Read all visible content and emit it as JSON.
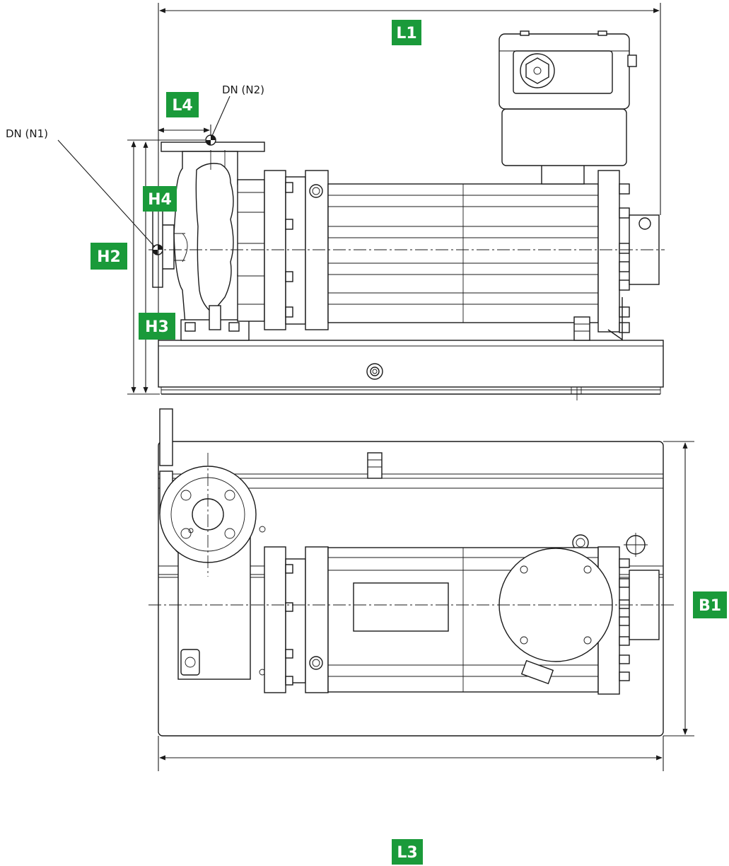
{
  "labels": {
    "l1": "L1",
    "l3": "L3",
    "l4": "L4",
    "h2": "H2",
    "h3": "H3",
    "h4": "H4",
    "b1": "B1",
    "dn_n1": "DN (N1)",
    "dn_n2": "DN (N2)"
  },
  "colors": {
    "badge": "#1a9a3a",
    "line": "#1a1a1a",
    "background": "#ffffff"
  }
}
